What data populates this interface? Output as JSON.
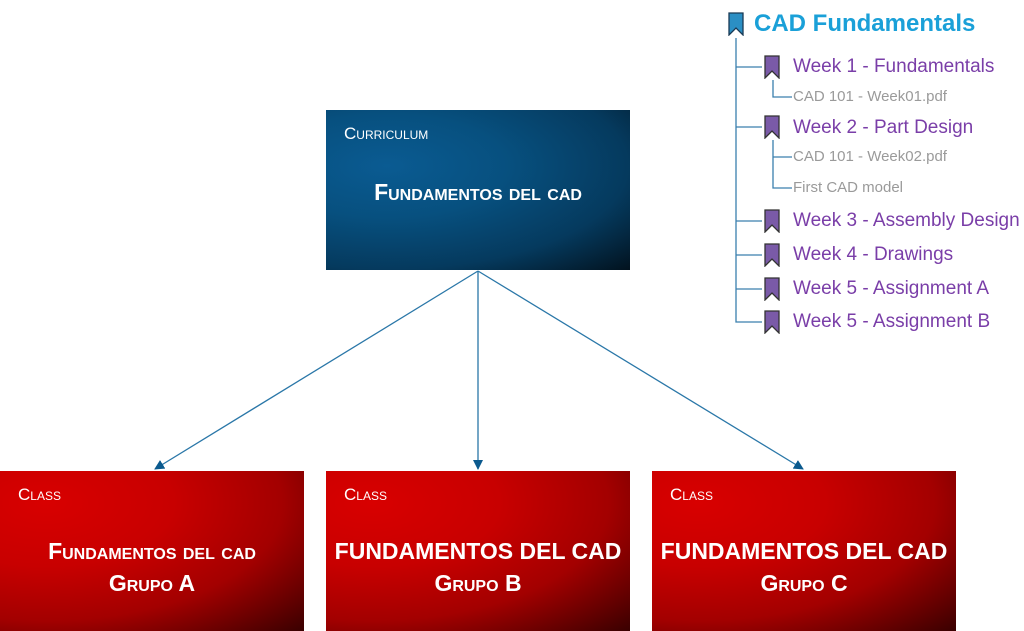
{
  "diagram": {
    "curriculum": {
      "type_label": "Curriculum",
      "title": "Fundamentos del cad",
      "color": "#07507f"
    },
    "classes": [
      {
        "type_label": "Class",
        "title_line1": "Fundamentos del cad",
        "title_line2": "Grupo A",
        "color": "#c80000"
      },
      {
        "type_label": "Class",
        "title_line1": "FUNDAMENTOS DEL CAD",
        "title_line2": "Grupo B",
        "color": "#c80000"
      },
      {
        "type_label": "Class",
        "title_line1": "FUNDAMENTOS DEL CAD",
        "title_line2": "Grupo C",
        "color": "#c80000"
      }
    ],
    "link_color": "#0b5a8e"
  },
  "outline": {
    "root": {
      "label": "CAD Fundamentals",
      "icon": "bookmark-icon",
      "color": "#1aa0d8"
    },
    "items": [
      {
        "label": "Week 1 - Fundamentals",
        "icon": "bookmark-icon",
        "children": [
          "CAD 101 - Week01.pdf"
        ]
      },
      {
        "label": "Week 2 - Part Design",
        "icon": "bookmark-icon",
        "children": [
          "CAD 101 - Week02.pdf",
          "First CAD model"
        ]
      },
      {
        "label": "Week 3 - Assembly Design",
        "icon": "bookmark-icon",
        "children": []
      },
      {
        "label": "Week 4 - Drawings",
        "icon": "bookmark-icon",
        "children": []
      },
      {
        "label": "Week 5 - Assignment A",
        "icon": "bookmark-icon",
        "children": []
      },
      {
        "label": "Week 5 - Assignment B",
        "icon": "bookmark-icon",
        "children": []
      }
    ],
    "week_color": "#7a3ea8",
    "child_color": "#9a9a9a"
  }
}
